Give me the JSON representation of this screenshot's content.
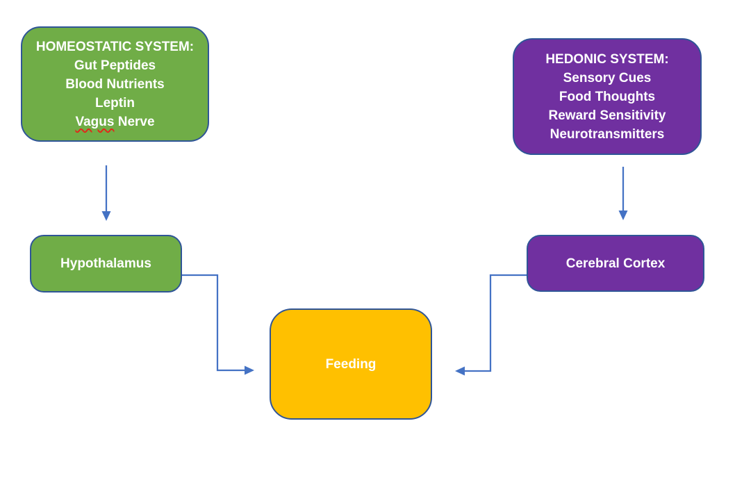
{
  "diagram": {
    "nodes": {
      "homeostatic": {
        "title": "HOMEOSTATIC SYSTEM:",
        "items": [
          "Gut Peptides",
          "Blood Nutrients",
          "Leptin"
        ],
        "misspelled_word": "Vagus",
        "misspelled_rest": " Nerve"
      },
      "hedonic": {
        "title": "HEDONIC SYSTEM:",
        "items": [
          "Sensory Cues",
          "Food Thoughts",
          "Reward Sensitivity",
          "Neurotransmitters"
        ]
      },
      "hypothalamus": {
        "label": "Hypothalamus"
      },
      "cerebral_cortex": {
        "label": "Cerebral Cortex"
      },
      "feeding": {
        "label": "Feeding"
      }
    },
    "edges": [
      {
        "from": "HOMEOSTATIC SYSTEM",
        "to": "Hypothalamus"
      },
      {
        "from": "HEDONIC SYSTEM",
        "to": "Cerebral Cortex"
      },
      {
        "from": "Hypothalamus",
        "to": "Feeding"
      },
      {
        "from": "Cerebral Cortex",
        "to": "Feeding"
      }
    ]
  },
  "colors": {
    "green-fill": "#70AD47",
    "purple-fill": "#7030A0",
    "orange-fill": "#FFC000",
    "border-navy": "#2F5597",
    "arrow-blue": "#4472C4",
    "text-white": "#FFFFFF",
    "spellcheck-red": "#DF2B1A"
  }
}
